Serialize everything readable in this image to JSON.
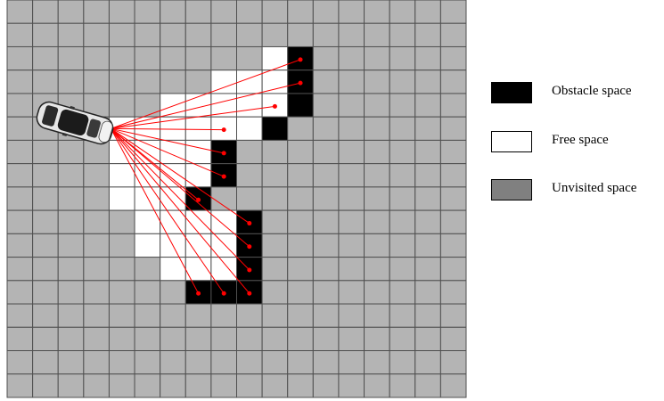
{
  "grid": {
    "rows": 17,
    "cols": 18,
    "colors": {
      "unvisited": "#b4b4b4",
      "free": "#ffffff",
      "obstacle": "#000000",
      "ray": "#ff0000",
      "line": "#505050"
    },
    "obstacle_cells": [
      [
        2,
        11
      ],
      [
        3,
        11
      ],
      [
        4,
        11
      ],
      [
        5,
        10
      ],
      [
        6,
        8
      ],
      [
        7,
        8
      ],
      [
        8,
        7
      ],
      [
        9,
        9
      ],
      [
        10,
        9
      ],
      [
        11,
        9
      ],
      [
        12,
        7
      ],
      [
        12,
        8
      ],
      [
        12,
        9
      ]
    ],
    "free_cells": [
      [
        2,
        10
      ],
      [
        3,
        10
      ],
      [
        3,
        9
      ],
      [
        3,
        8
      ],
      [
        4,
        6
      ],
      [
        4,
        7
      ],
      [
        4,
        8
      ],
      [
        4,
        9
      ],
      [
        4,
        10
      ],
      [
        5,
        4
      ],
      [
        5,
        5
      ],
      [
        5,
        6
      ],
      [
        5,
        7
      ],
      [
        5,
        8
      ],
      [
        5,
        9
      ],
      [
        6,
        4
      ],
      [
        6,
        5
      ],
      [
        6,
        6
      ],
      [
        6,
        7
      ],
      [
        7,
        4
      ],
      [
        7,
        5
      ],
      [
        7,
        6
      ],
      [
        7,
        7
      ],
      [
        8,
        4
      ],
      [
        8,
        5
      ],
      [
        8,
        6
      ],
      [
        9,
        5
      ],
      [
        9,
        6
      ],
      [
        9,
        7
      ],
      [
        9,
        8
      ],
      [
        10,
        5
      ],
      [
        10,
        6
      ],
      [
        10,
        7
      ],
      [
        10,
        8
      ],
      [
        11,
        6
      ],
      [
        11,
        7
      ],
      [
        11,
        8
      ]
    ],
    "sensor_origin": {
      "row": 5,
      "col": 4
    },
    "ray_targets": [
      [
        2,
        11
      ],
      [
        3,
        11
      ],
      [
        4,
        10
      ],
      [
        5,
        8
      ],
      [
        6,
        8
      ],
      [
        7,
        8
      ],
      [
        8,
        7
      ],
      [
        9,
        9
      ],
      [
        10,
        9
      ],
      [
        11,
        9
      ],
      [
        12,
        9
      ],
      [
        12,
        8
      ],
      [
        12,
        7
      ]
    ]
  },
  "vehicle": {
    "icon": "car-icon",
    "body_color": "#e8e8e8",
    "window_color": "#1a1a1a"
  },
  "legend": {
    "items": [
      {
        "label": "Obstacle space",
        "color": "#000000"
      },
      {
        "label": "Free space",
        "color": "#ffffff"
      },
      {
        "label": "Unvisited space",
        "color": "#808080"
      }
    ]
  }
}
